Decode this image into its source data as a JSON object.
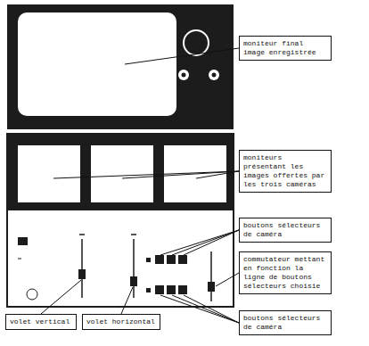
{
  "diagram": {
    "nodes": [
      {
        "text": [
          "moniteur final image enregistrée"
        ]
      },
      {
        "text": [
          "moniteurs présentant les images offertes par les trois caméras"
        ]
      },
      {
        "text": [
          "boutons sélecteurs de caméra"
        ]
      },
      {
        "text": [
          "commutateur mettant en fonction la ligne de boutons sélecteurs choisie"
        ]
      },
      {
        "text": [
          "volet vertical"
        ]
      },
      {
        "text": [
          "volet horizontal"
        ]
      },
      {
        "text": [
          "boutons sélecteurs de caméra"
        ]
      }
    ]
  }
}
